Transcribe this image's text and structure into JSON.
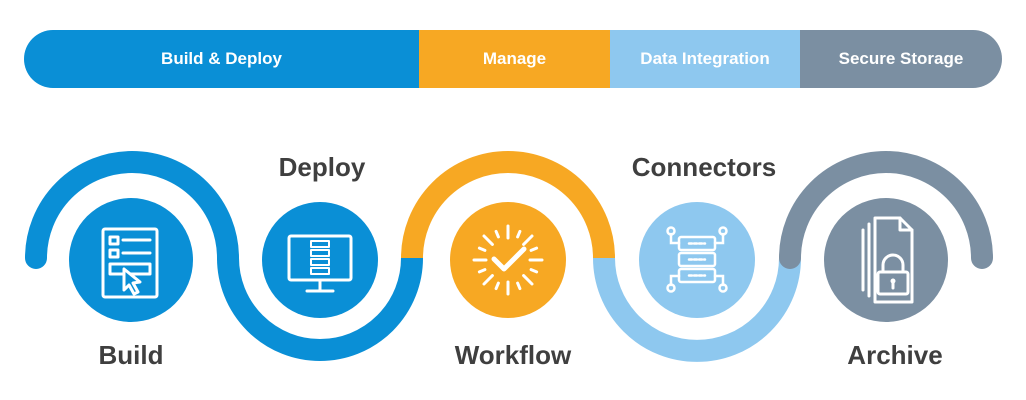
{
  "colors": {
    "blue": "#0a8fd6",
    "orange": "#f7a823",
    "light_blue": "#8ec8ef",
    "slate": "#7b8fa2",
    "label_text": "#3f3f3f",
    "background": "#ffffff"
  },
  "header_bar": {
    "segments": [
      {
        "label": "Build & Deploy",
        "color": "#0a8fd6"
      },
      {
        "label": "Manage",
        "color": "#f7a823"
      },
      {
        "label": "Data Integration",
        "color": "#8ec8ef"
      },
      {
        "label": "Secure Storage",
        "color": "#7b8fa2"
      }
    ]
  },
  "steps": [
    {
      "label": "Build",
      "icon": "form-cursor-icon",
      "color": "#0a8fd6"
    },
    {
      "label": "Deploy",
      "icon": "monitor-server-icon",
      "color": "#0a8fd6"
    },
    {
      "label": "Workflow",
      "icon": "checkmark-burst-icon",
      "color": "#f7a823"
    },
    {
      "label": "Connectors",
      "icon": "server-connectors-icon",
      "color": "#8ec8ef"
    },
    {
      "label": "Archive",
      "icon": "locked-documents-icon",
      "color": "#7b8fa2"
    }
  ]
}
